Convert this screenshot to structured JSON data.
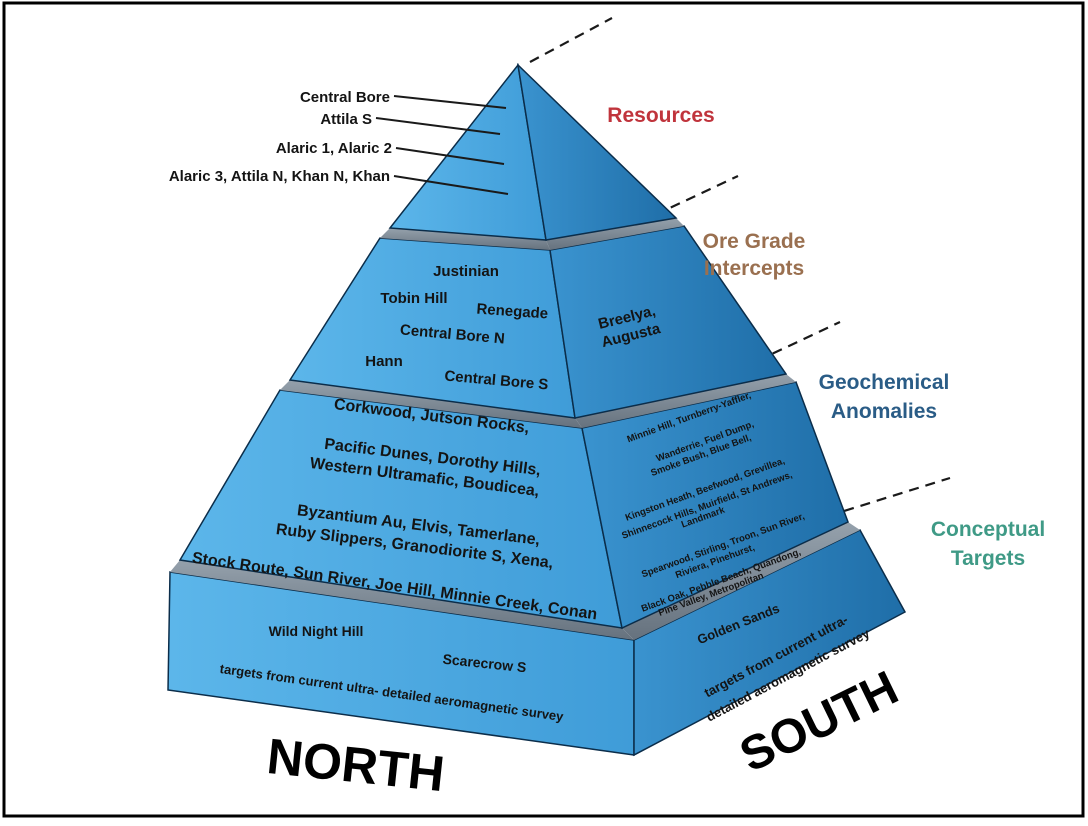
{
  "resources": {
    "title": "Resources",
    "items": [
      "Central Bore",
      "Attila S",
      "Alaric 1, Alaric 2",
      "Alaric 3, Attila N, Khan N, Khan"
    ]
  },
  "ore_grade": {
    "title_line1": "Ore Grade",
    "title_line2": "Intercepts",
    "north": [
      "Justinian",
      "Tobin Hill",
      "Renegade",
      "Central Bore N",
      "Hann",
      "Central Bore S"
    ],
    "south": [
      "Breelya,",
      "Augusta"
    ]
  },
  "geochemical": {
    "title_line1": "Geochemical",
    "title_line2": "Anomalies",
    "north": [
      "Corkwood, Jutson Rocks,",
      "Pacific Dunes, Dorothy Hills,",
      "Western Ultramafic, Boudicea,",
      "Byzantium Au, Elvis, Tamerlane,",
      "Ruby Slippers, Granodiorite S, Xena,"
    ],
    "south": [
      "Minnie Hill, Turnberry-Yaffler,",
      "Wanderrie, Fuel Dump,",
      "Smoke Bush, Blue Bell,",
      "Kingston Heath, Beefwood, Grevillea,",
      "Shinnecock Hills, Muirfield, St Andrews,",
      "Landmark",
      "Spearwood, Stirling, Troon, Sun River,",
      "Riviera, Pinehurst,",
      "Black Oak, Pebble Beach, Quandong,",
      "Pine Valley, Metropolitan"
    ]
  },
  "conceptual": {
    "title_line1": "Conceptual",
    "title_line2": "Targets",
    "north_top": "Stock Route, Sun River, Joe Hill, Minnie Creek, Conan",
    "north": [
      "Wild Night Hill",
      "Scarecrow S",
      "targets from current  ultra- detailed aeromagnetic survey"
    ],
    "south": [
      "Golden Sands",
      "targets from current  ultra-",
      "detailed aeromagnetic survey"
    ]
  },
  "compass": {
    "north": "NORTH",
    "south": "SOUTH"
  },
  "colors": {
    "resources": "#c0343c",
    "ore_grade": "#9a7050",
    "geochemical": "#2a5c86",
    "conceptual": "#3f9a86",
    "face_left": "#4ba8e0",
    "face_right": "#2a7fbd",
    "slab_top": "#7d8a96"
  }
}
